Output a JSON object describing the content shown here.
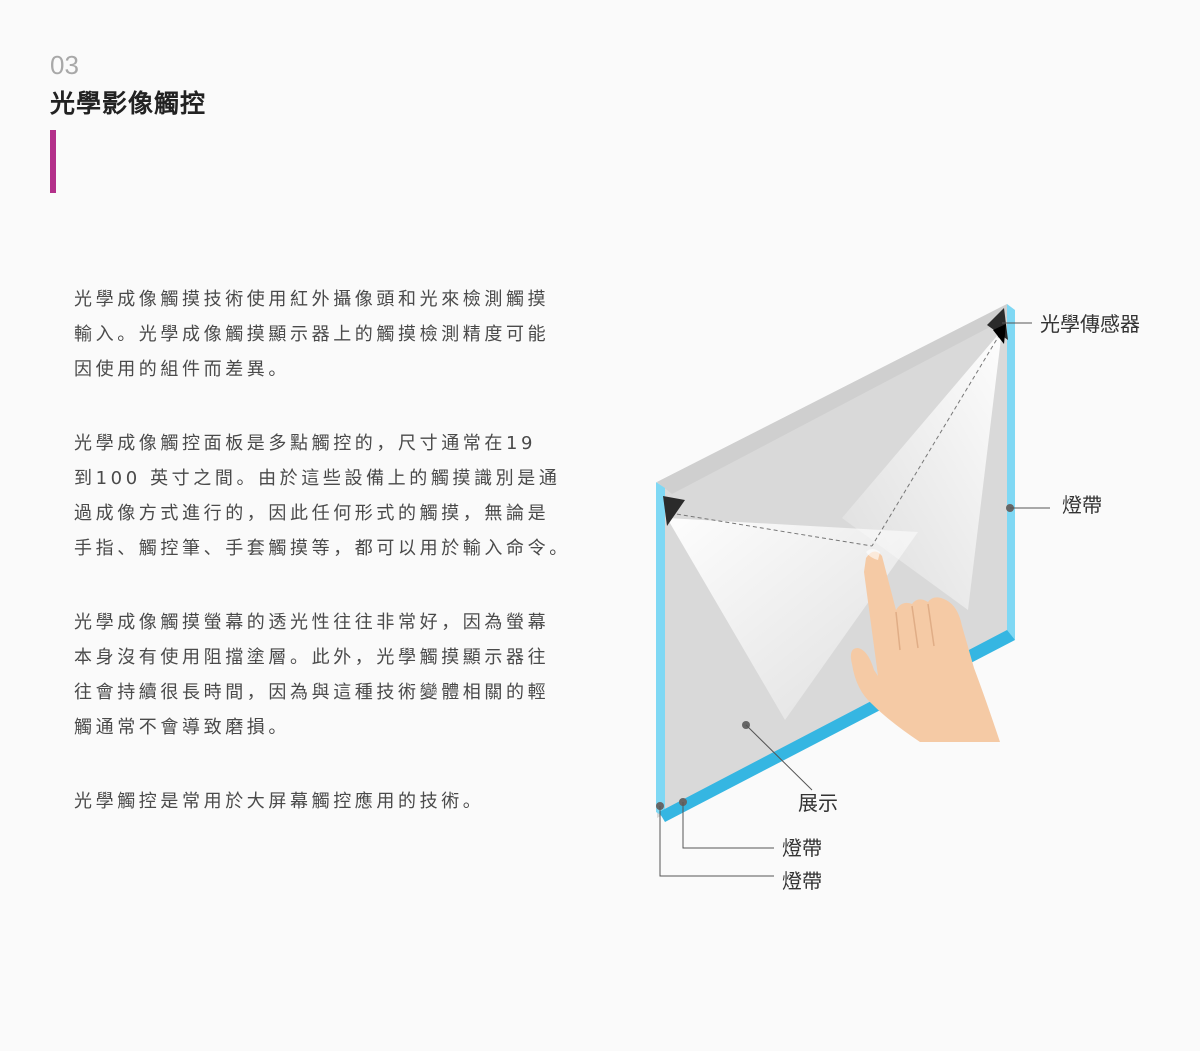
{
  "header": {
    "number": "03",
    "title": "光學影像觸控"
  },
  "paragraphs": [
    {
      "lines": [
        "光學成像觸摸技術使用紅外攝像頭和光來檢測觸摸",
        "輸入。光學成像觸摸顯示器上的觸摸檢測精度可能",
        "因使用的組件而差異。"
      ]
    },
    {
      "lines": [
        "光學成像觸控面板是多點觸控的，尺寸通常在19",
        "到100 英寸之間。由於這些設備上的觸摸識別是通",
        "過成像方式進行的，因此任何形式的觸摸，無論是",
        "手指、觸控筆、手套觸摸等，都可以用於輸入命令。"
      ]
    },
    {
      "lines": [
        "光學成像觸摸螢幕的透光性往往非常好，因為螢幕",
        "本身沒有使用阻擋塗層。此外，光學觸摸顯示器往",
        "往會持續很長時間，因為與這種技術變體相關的輕",
        "觸通常不會導致磨損。"
      ]
    },
    {
      "lines": [
        "光學觸控是常用於大屏幕觸控應用的技術。"
      ]
    }
  ],
  "diagram": {
    "labels": {
      "sensor": "光學傳感器",
      "light_strip_right": "燈帶",
      "display": "展示",
      "light_strip_bottom_1": "燈帶",
      "light_strip_bottom_2": "燈帶"
    },
    "colors": {
      "panel": "#d9d9d9",
      "panel_top": "#cfcfcf",
      "light_strip": "#7fd8f4",
      "light_strip_dark": "#35b6e2",
      "sensor": "#2b2b2b",
      "hand": "#f5caa5",
      "accent": "#b3308a"
    }
  }
}
